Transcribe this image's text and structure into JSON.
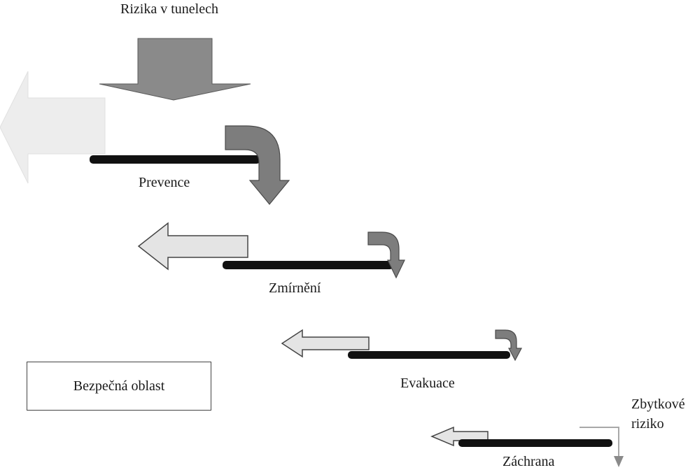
{
  "diagram": {
    "title": "Rizika v tunelech",
    "stages": [
      {
        "name": "Prevence"
      },
      {
        "name": "Zmírnění"
      },
      {
        "name": "Evakuace"
      },
      {
        "name": "Záchrana"
      }
    ],
    "safe_area": "Bezpečná oblast",
    "residual_risk": {
      "line1": "Zbytkové",
      "line2": "riziko"
    },
    "colors": {
      "input_arrow": "#8a8a8a",
      "turn_arrow": "#7d7d7d",
      "escape_arrow": "#e4e4e4",
      "bar": "#111111",
      "residual_arrow": "#a8a8a8"
    }
  }
}
